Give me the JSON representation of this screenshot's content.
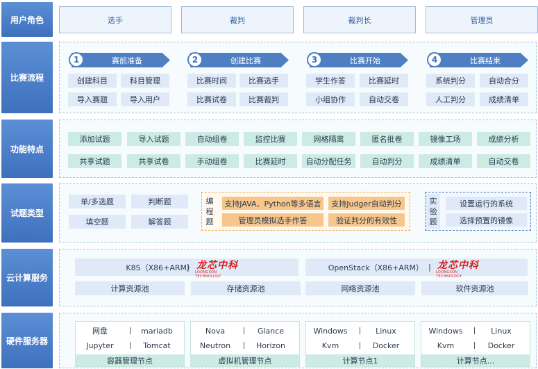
{
  "rows": {
    "roles": "用户角色",
    "flow": "比赛流程",
    "features": "功能特点",
    "types": "试题类型",
    "cloud": "云计算服务",
    "hardware": "硬件服务器"
  },
  "roles": [
    "选手",
    "裁判",
    "裁判长",
    "管理员"
  ],
  "stages": [
    {
      "num": "1",
      "title": "赛前准备",
      "items": [
        "创建科目",
        "科目管理",
        "导入赛题",
        "导入用户"
      ]
    },
    {
      "num": "2",
      "title": "创建比赛",
      "items": [
        "比赛时间",
        "比赛选手",
        "比赛试卷",
        "比赛裁判"
      ]
    },
    {
      "num": "3",
      "title": "比赛开始",
      "items": [
        "学生作答",
        "比赛延时",
        "小组协作",
        "自动交卷"
      ]
    },
    {
      "num": "4",
      "title": "比赛结束",
      "items": [
        "系统判分",
        "自动合分",
        "人工判分",
        "成绩清单"
      ]
    }
  ],
  "features": [
    [
      "添加试题",
      "导入试题",
      "自动组卷",
      "监控比赛",
      "网格隔离",
      "匿名批卷",
      "镜像工场",
      "成绩分析"
    ],
    [
      "共享试题",
      "共享试卷",
      "手动组卷",
      "比赛延时",
      "自动分配任务",
      "自动判分",
      "成绩清单",
      "自动交卷"
    ]
  ],
  "question_types": {
    "basic": [
      "单/多选题",
      "判断题",
      "填空题",
      "解答题"
    ],
    "programming_label": [
      "编",
      "程",
      "题"
    ],
    "programming": [
      "支持JAVA、Python等多语言",
      "支持Judger自动判分",
      "管理员模拟选手作答",
      "验证判分的有效性"
    ],
    "lab_label": [
      "实",
      "验",
      "题"
    ],
    "lab": [
      "设置运行的系统",
      "选择预置的镜像"
    ]
  },
  "cloud": {
    "platforms": [
      {
        "name": "K8S（X86+ARM）",
        "sep": "|"
      },
      {
        "name": "OpenStack（X86+ARM）",
        "sep": "|"
      }
    ],
    "logo_text": "龙芯中科",
    "logo_sub": "LOONGSON TECHNOLOGY",
    "pools": [
      "计算资源池",
      "存储资源池",
      "网络资源池",
      "软件资源池"
    ]
  },
  "hardware": [
    {
      "items": [
        "网盘",
        "mariadb",
        "Jupyter",
        "Tomcat"
      ],
      "node": "容器管理节点"
    },
    {
      "items": [
        "Nova",
        "Glance",
        "Neutron",
        "Horizon"
      ],
      "node": "虚拟机管理节点"
    },
    {
      "items": [
        "Windows",
        "Linux",
        "Kvm",
        "Docker"
      ],
      "node": "计算节点1"
    },
    {
      "items": [
        "Windows",
        "Linux",
        "Kvm",
        "Docker"
      ],
      "node": "计算节点..."
    }
  ],
  "colors": {
    "accent": "#4f7fc3",
    "green": "#ccebe3",
    "orange": "#f7c68a",
    "logo": "#d62420"
  }
}
